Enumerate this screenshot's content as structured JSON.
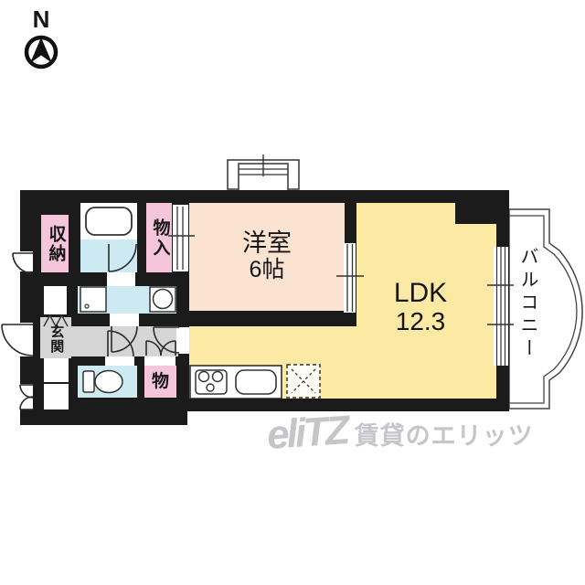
{
  "compass": {
    "north_label": "N"
  },
  "rooms": {
    "western_room": {
      "name": "洋室",
      "size": "6帖"
    },
    "ldk": {
      "name": "LDK",
      "size": "12.3"
    },
    "balcony": {
      "name": "バルコニー"
    },
    "storage": {
      "name": "収納"
    },
    "closet_upper": {
      "name": "物入"
    },
    "closet_lower": {
      "name": "物"
    },
    "entrance": {
      "name": "玄関"
    }
  },
  "watermark": {
    "logo_text": "eliTZ",
    "brand_text": "賃貸のエリッツ"
  },
  "colors": {
    "wall": "#1b1b1b",
    "western_room_fill": "#fbe3d2",
    "ldk_fill": "#fce9a4",
    "closet_fill": "#f5c6db",
    "wet_area_fill": "#cdeaf2",
    "hallway_fill": "#d5d5d5",
    "watermark": "#c6c6ca"
  }
}
